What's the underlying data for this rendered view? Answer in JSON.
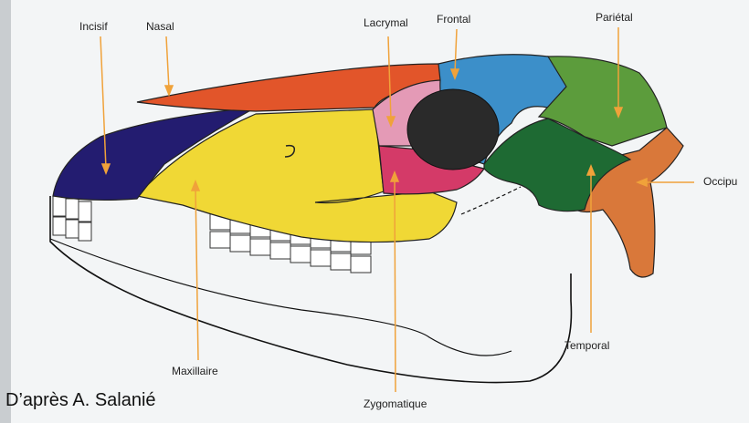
{
  "labels": {
    "incisif": "Incisif",
    "nasal": "Nasal",
    "lacrymal": "Lacrymal",
    "frontal": "Frontal",
    "parietal": "Pariétal",
    "occipital": "Occipu",
    "temporal": "Temporal",
    "maxillaire": "Maxillaire",
    "zygomatique": "Zygomatique"
  },
  "credit": "D’après A. Salanié",
  "colors": {
    "incisif": "#231c70",
    "nasal": "#e2552a",
    "maxillaire": "#f0d835",
    "lacrymal": "#e49ab6",
    "zygomatique": "#d43a68",
    "frontal": "#3c8fc9",
    "orbit": "#2a2a2a",
    "parietal": "#5c9c3c",
    "temporal": "#1e6a33",
    "occipital": "#d9783a",
    "arrow": "#f0a23a"
  }
}
